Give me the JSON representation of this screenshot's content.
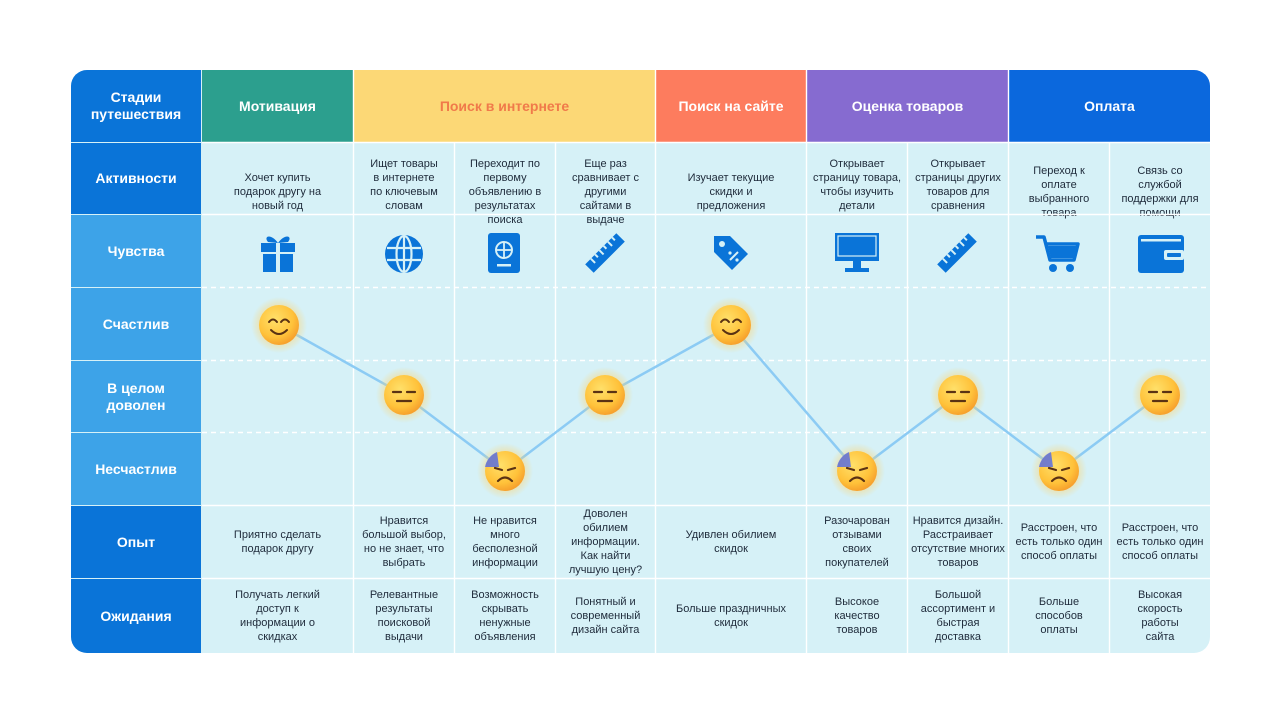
{
  "colors": {
    "label_dark": "#0a74d8",
    "label_light": "#3da3e8",
    "cell_bg": "#d6f1f7",
    "stage_motivation": "#2c9f8e",
    "stage_search_web": "#fcd876",
    "stage_search_web_text": "#f07a4a",
    "stage_search_site": "#fd7c5e",
    "stage_evaluation": "#866bd0",
    "stage_payment": "#0b68dd",
    "icon": "#0a74d8",
    "line": "#8ccbf4"
  },
  "row_labels": {
    "stages": "Стадии путешествия",
    "activities": "Активности",
    "feelings": "Чувства",
    "happy": "Счастлив",
    "satisfied": "В целом доволен",
    "unhappy": "Несчастлив",
    "experience": "Опыт",
    "expectations": "Ожидания"
  },
  "stages": [
    {
      "title": "Мотивация"
    },
    {
      "title": "Поиск в интернете"
    },
    {
      "title": "Поиск на сайте"
    },
    {
      "title": "Оценка товаров"
    },
    {
      "title": "Оплата"
    }
  ],
  "steps": [
    {
      "activity": "Хочет купить подарок другу на новый год",
      "icon": "gift-icon",
      "emotion": "happy",
      "experience": "Приятно сделать подарок другу",
      "expectation": "Получать легкий доступ к информации о скидках"
    },
    {
      "activity": "Ищет товары в интернете по ключевым словам",
      "icon": "globe-icon",
      "emotion": "neutral",
      "experience": "Нравится большой выбор, но не знает, что выбрать",
      "expectation": "Релевантные результаты поисковой выдачи"
    },
    {
      "activity": "Переходит по первому объявлению в результатах поиска",
      "icon": "passport-icon",
      "emotion": "sad",
      "experience": "Не нравится много бесполезной информации",
      "expectation": "Возможность скрывать ненужные объявления"
    },
    {
      "activity": "Еще раз сравнивает с другими сайтами в выдаче",
      "icon": "ruler-icon",
      "emotion": "neutral",
      "experience": "Доволен обилием информации. Как найти лучшую цену?",
      "expectation": "Понятный и современный дизайн сайта"
    },
    {
      "activity": "Изучает текущие скидки и предложения",
      "icon": "discount-tag-icon",
      "emotion": "happy",
      "experience": "Удивлен обилием скидок",
      "expectation": "Больше праздничных скидок"
    },
    {
      "activity": "Открывает страницу товара, чтобы изучить детали",
      "icon": "monitor-icon",
      "emotion": "sad",
      "experience": "Разочарован отзывами своих покупателей",
      "expectation": "Высокое качество товаров"
    },
    {
      "activity": "Открывает страницы других товаров для сравнения",
      "icon": "ruler-icon",
      "emotion": "neutral",
      "experience": "Нравится дизайн. Расстраивает отсутствие многих товаров",
      "expectation": "Большой ассортимент и быстрая доставка"
    },
    {
      "activity": "Переход к оплате выбранного товара",
      "icon": "cart-icon",
      "emotion": "sad",
      "experience": "Расстроен, что есть только один способ оплаты",
      "expectation": "Больше способов оплаты"
    },
    {
      "activity": "Связь со службой поддержки для помощи",
      "icon": "wallet-icon",
      "emotion": "neutral",
      "experience": "Расстроен, что есть только один способ оплаты",
      "expectation": "Высокая скорость работы сайта"
    }
  ]
}
